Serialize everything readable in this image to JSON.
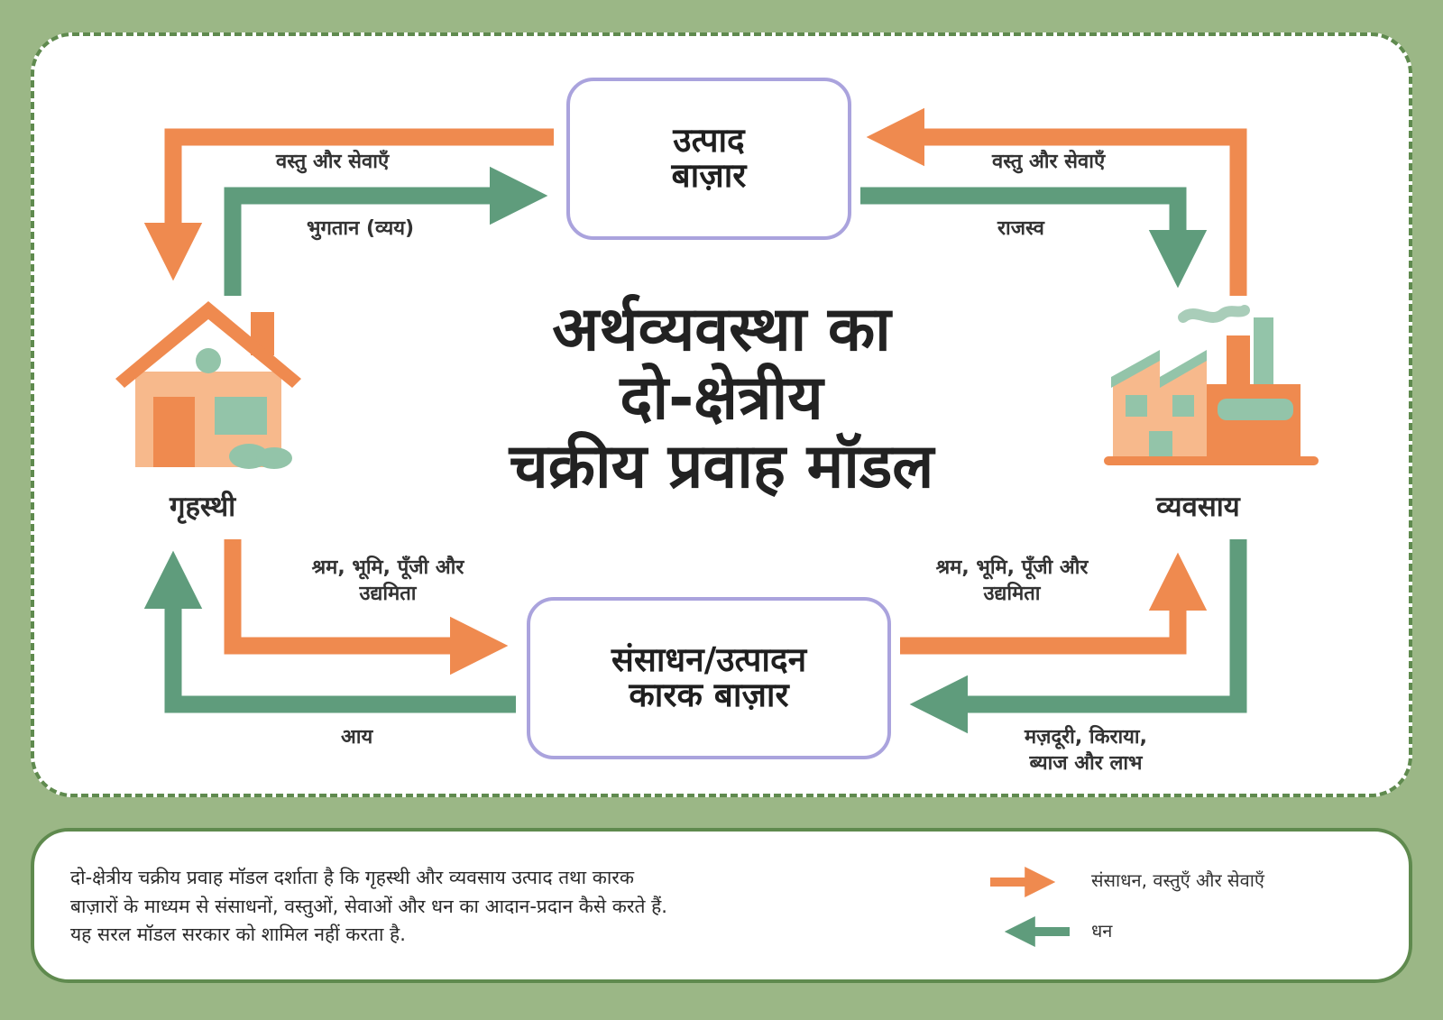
{
  "title_lines": [
    "अर्थव्यवस्था का",
    "दो-क्षेत्रीय",
    "चक्रीय प्रवाह मॉडल"
  ],
  "product_market_lines": [
    "उत्पाद",
    "बाज़ार"
  ],
  "factor_market_lines": [
    "संसाधन/उत्पादन",
    "कारक बाज़ार"
  ],
  "households_label": "गृहस्थी",
  "business_label": "व्यवसाय",
  "flow_labels": {
    "goods_to_households": "वस्तु और सेवाएँ",
    "goods_from_business": "वस्तु और सेवाएँ",
    "payment_spending": "भुगतान (व्यय)",
    "revenue": "राजस्व",
    "factors_from_households": [
      "श्रम, भूमि, पूँजी और",
      "उद्यमिता"
    ],
    "factors_to_business": [
      "श्रम, भूमि, पूँजी और",
      "उद्यमिता"
    ],
    "income": "आय",
    "wages_rent_interest_profit": [
      "मज़दूरी, किराया,",
      "ब्याज और लाभ"
    ]
  },
  "description_lines": [
    "दो-क्षेत्रीय चक्रीय प्रवाह मॉडल दर्शाता है कि गृहस्थी और व्यवसाय उत्पाद तथा कारक",
    "बाज़ारों के माध्यम से संसाधनों, वस्तुओं, सेवाओं और धन का आदान-प्रदान कैसे करते हैं.",
    "यह सरल मॉडल सरकार को शामिल नहीं करता है."
  ],
  "legend": {
    "resources_goods_services": "संसाधन, वस्तुएँ और सेवाएँ",
    "money": "धन"
  },
  "icons": {
    "households": "house-icon",
    "business": "factory-icon"
  },
  "colors": {
    "background": "#9bb786",
    "border_green": "#5f8a4e",
    "orange_flow": "#ef8a4f",
    "green_flow": "#5f9c7c",
    "market_border": "#aaa3dd"
  }
}
